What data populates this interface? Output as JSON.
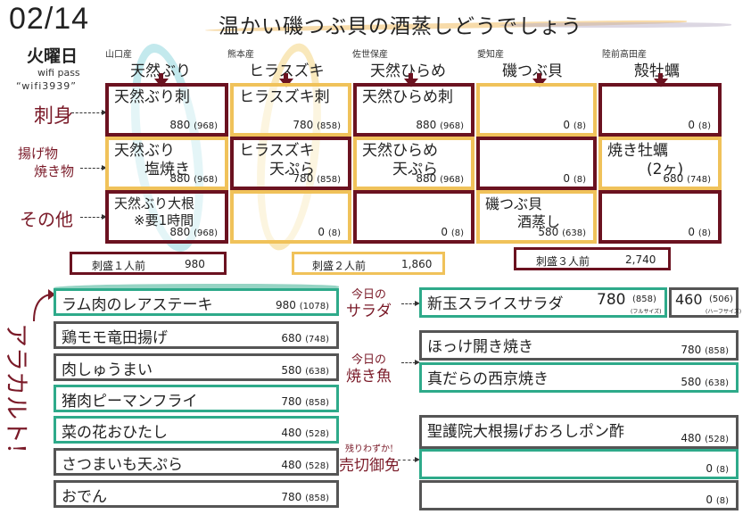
{
  "header": {
    "date": "02/14",
    "weekday": "火曜日",
    "wifi_label": "wifi pass",
    "wifi_password": "“wifi3939”",
    "headline": "温かい磯つぶ貝の酒蒸しどうでしょう"
  },
  "colors": {
    "dark": "#6b1220",
    "gold": "#f0c25a",
    "green": "#2eaa8a",
    "gray": "#555555",
    "label": "#7a1a28"
  },
  "fish_columns": [
    {
      "origin": "山口産",
      "name": "天然ぶり"
    },
    {
      "origin": "熊本産",
      "name": "ヒラスズキ"
    },
    {
      "origin": "佐世保産",
      "name": "天然ひらめ"
    },
    {
      "origin": "愛知産",
      "name": "磯つぶ貝"
    },
    {
      "origin": "陸前高田産",
      "name": "殻牡蠣"
    }
  ],
  "row_labels": {
    "sashimi": "刺身",
    "fried_line1": "揚げ物",
    "fried_line2": "焼き物",
    "other": "その他"
  },
  "grid": {
    "sashimi": [
      {
        "line1": "天然ぶり刺",
        "line2": "",
        "price": "880",
        "tax": "(968)"
      },
      {
        "line1": "ヒラスズキ刺",
        "line2": "",
        "price": "780",
        "tax": "(858)"
      },
      {
        "line1": "天然ひらめ刺",
        "line2": "",
        "price": "880",
        "tax": "(968)"
      },
      {
        "line1": "",
        "line2": "",
        "price": "0",
        "tax": "(8)"
      },
      {
        "line1": "",
        "line2": "",
        "price": "0",
        "tax": "(8)"
      }
    ],
    "fried": [
      {
        "line1": "天然ぶり",
        "line2": "塩焼き",
        "price": "880",
        "tax": "(968)"
      },
      {
        "line1": "ヒラスズキ",
        "line2": "天ぷら",
        "price": "780",
        "tax": "(858)"
      },
      {
        "line1": "天然ひらめ",
        "line2": "天ぷら",
        "price": "880",
        "tax": "(968)"
      },
      {
        "line1": "",
        "line2": "",
        "price": "0",
        "tax": "(8)"
      },
      {
        "line1": "焼き牡蠣",
        "line2": "(2ヶ)",
        "price": "680",
        "tax": "(748)"
      }
    ],
    "other": [
      {
        "line1": "天然ぶり大根",
        "line2": "※要1時間",
        "price": "880",
        "tax": "(968)"
      },
      {
        "line1": "",
        "line2": "",
        "price": "0",
        "tax": "(8)"
      },
      {
        "line1": "",
        "line2": "",
        "price": "0",
        "tax": "(8)"
      },
      {
        "line1": "磯つぶ貝",
        "line2": "酒蒸し",
        "price": "580",
        "tax": "(638)"
      },
      {
        "line1": "",
        "line2": "",
        "price": "0",
        "tax": "(8)"
      }
    ]
  },
  "platters": [
    {
      "label": "刺盛１人前",
      "price": "980"
    },
    {
      "label": "刺盛２人前",
      "price": "1,860"
    },
    {
      "label": "刺盛３人前",
      "price": "2,740"
    }
  ],
  "alacarte_label": "アラカルト!",
  "alacarte": [
    {
      "name": "ラム肉のレアステーキ",
      "price": "980",
      "tax": "(1078)"
    },
    {
      "name": "鶏モモ竜田揚げ",
      "price": "680",
      "tax": "(748)"
    },
    {
      "name": "肉しゅうまい",
      "price": "580",
      "tax": "(638)"
    },
    {
      "name": "猪肉ピーマンフライ",
      "price": "780",
      "tax": "(858)"
    },
    {
      "name": "菜の花おひたし",
      "price": "480",
      "tax": "(528)"
    },
    {
      "name": "さつまいも天ぷら",
      "price": "480",
      "tax": "(528)"
    },
    {
      "name": "おでん",
      "price": "780",
      "tax": "(858)"
    }
  ],
  "salad": {
    "label1": "今日の",
    "label2": "サラダ",
    "name": "新玉スライスサラダ",
    "price": "780",
    "tax": "(858)",
    "size_full": "(フルサイズ)",
    "half_price": "460",
    "half_tax": "(506)",
    "size_half": "(ハーフサイズ)"
  },
  "grilled_fish": {
    "label1": "今日の",
    "label2": "焼き魚",
    "items": [
      {
        "name": "ほっけ開き焼き",
        "price": "780",
        "tax": "(858)"
      },
      {
        "name": "真だらの西京焼き",
        "price": "580",
        "tax": "(638)"
      }
    ]
  },
  "soldout": {
    "label1": "残りわずか!",
    "label2": "売切御免",
    "items": [
      {
        "name": "聖護院大根揚げおろしポン酢",
        "price": "480",
        "tax": "(528)"
      },
      {
        "name": "",
        "price": "0",
        "tax": "(8)"
      },
      {
        "name": "",
        "price": "0",
        "tax": "(8)"
      }
    ]
  }
}
